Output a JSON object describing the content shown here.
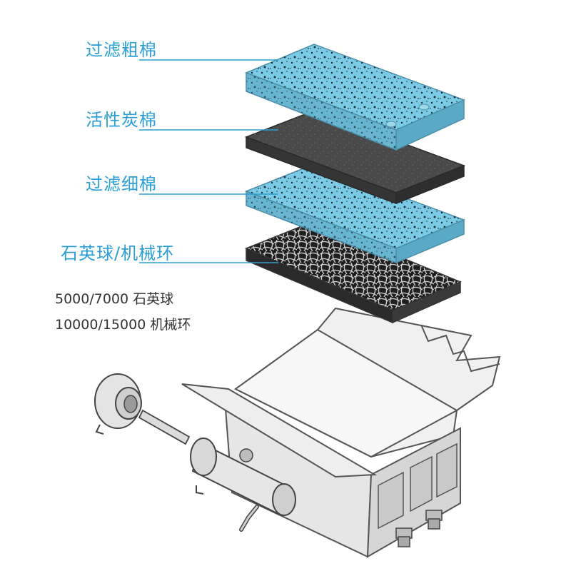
{
  "layers": [
    {
      "label": "过滤粗棉"
    },
    {
      "label": "活性炭棉"
    },
    {
      "label": "过滤细棉"
    },
    {
      "label": "石英球/机械环"
    }
  ],
  "specs": [
    "5000/7000 石英球",
    "10000/15000 机械环"
  ],
  "colors": {
    "label_blue": "#2a9fd6",
    "foam_blue": "#7ccbe6",
    "carbon": "#4a4a4a",
    "bio_media": "#2c2c2c",
    "box_grey": "#e8e8e8",
    "outline": "#555555"
  }
}
